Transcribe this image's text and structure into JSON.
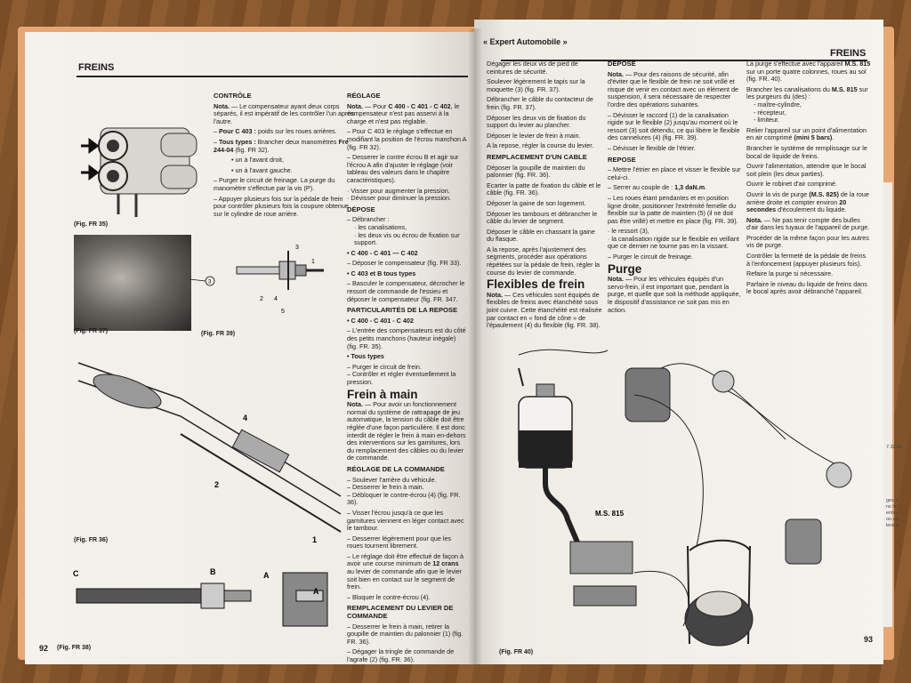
{
  "left_page": {
    "header": "FREINS",
    "page_number": "92",
    "captions": [
      "(Fig. FR 35)",
      "(Fig. FR 37)",
      "(Fig. FR 39)",
      "(Fig. FR 36)",
      "(Fig. FR 38)"
    ],
    "fig39_labels": [
      "3",
      "1",
      "2",
      "4",
      "5"
    ],
    "fig37_labels": [
      "3"
    ],
    "fig36_labels": [
      "4",
      "2",
      "1"
    ],
    "fig38_labels": [
      "C",
      "B",
      "A",
      "A"
    ],
    "col1": {
      "heading": "CONTRÔLE",
      "nota_label": "Nota.",
      "nota": " — Le compensateur ayant deux corps séparés, il est impératif de les contrôler l'un après l'autre.",
      "item1_label": "Pour C 403 :",
      "item1": " poids sur les roues arrières.",
      "item2_label": "Tous types :",
      "item2": " Brancher deux manomètres ",
      "item2_ref": "Fre 244-04",
      "item2_end": " (fig. FR 32).",
      "sub1": "• un à l'avant droit,",
      "sub2": "• un à l'avant gauche.",
      "p1": "– Purger le circuit de freinage. La purge du manomètre s'effectue par la vis (P).",
      "p2": "– Appuyer plusieurs fois sur la pédale de frein pour contrôler plusieurs fois la coupure obtenue sur le cylindre de roue arrière."
    },
    "col2": {
      "heading1": "RÉGLAGE",
      "nota_label": "Nota.",
      "nota_a": " — Pour ",
      "nota_b": "C 400 - C 401 - C 402",
      "nota_c": ", le compensateur n'est pas asservi à la charge et n'est pas réglable.",
      "p1": "– Pour C 403 le réglage s'effectue en modifiant la position de l'écrou manchon A (fig. FR 32).",
      "p2": "– Desserer le contre écrou B et agir sur l'écrou A afin d'ajuster le réglage (voir tableau des valeurs dans le chapitre caractéristiques).",
      "p3": "· Visser pour augmenter la pression.",
      "p4": "· Dévisser pour diminuer la pression.",
      "heading2": "DÉPOSE",
      "d1": "– Débrancher :",
      "d2": "· les canalisations,",
      "d3": "· les deux vis ou écrou de fixation sur support.",
      "d4": "• C 400 - C 401 — C 402",
      "d5": "– Déposer le compensateur (fig. FR 33).",
      "d6": "• C 403 et B tous types",
      "d7": "– Basculer le compensateur, décrocher le ressort de commande de l'essieu et déposer le compensateur (fig. FR. 347.",
      "heading3": "PARTICULARITÉS DE LA REPOSE",
      "r1": "• C 400 - C 401 - C 402",
      "r2": "– L'entrée des compensateurs est du côté des petits manchons (hauteur inégale) (fig. FR. 35).",
      "r3": "• Tous types",
      "r4": "– Purger le circuit de frein.",
      "r5": "– Contrôler et régler éventuellement la pression.",
      "title": "Frein à main",
      "fm_nota_label": "Nota.",
      "fm_nota": " — Pour avoir un fonctionnement normal du système de rattrapage de jeu automatique, la tension du câble doit être réglée d'une façon particulière. Il est donc interdit de régler le frein à main en-dehors des interventions sur les garnitures, lors du remplacement des câbles ou du levier de commande.",
      "heading4": "RÉGLAGE DE LA COMMANDE",
      "c1": "– Soulever l'arrière du véhicule.",
      "c2": "– Desserrer le frein à main.",
      "c3": "– Débloquer le contre-écrou (4) (fig. FR. 36).",
      "c4": "– Visser l'écrou jusqu'à ce que les garnitures viennent en léger contact avec le tambour.",
      "c5": "– Desserrer légèrement pour que les roues tournent librement.",
      "c6a": "– Le réglage doit être effectué de façon à avoir une course minimum de ",
      "c6b": "12 crans",
      "c6c": " au levier de commande afin que le levier soit bien en contact sur le segment de frein.",
      "c7": "– Bloquer le contre-écrou (4).",
      "heading5": "REMPLACEMENT DU LEVIER DE COMMANDE",
      "e1": "– Desserrer le frein à main, retirer la goupille de maintien du palonnier (1) (fig. FR. 36).",
      "e2": "– Dégager la tringle de commande de l'agrafe (2) (fig. FR. 36)."
    }
  },
  "right_page": {
    "header_left": "« Expert Automobile »",
    "header_right": "FREINS",
    "page_number": "93",
    "fig_caption": "(Fig. FR 40)",
    "fig_label": "M.S. 815",
    "margin_ref": "7.32.50",
    "col1": {
      "p1": "Dégager les deux vis de pied de ceintures de sécurité.",
      "p2": "Soulever légèrement le tapis sur la moquette (3) (fig. FR. 37).",
      "p3": "Débrancher le câble du contacteur de frein (fig. FR. 37).",
      "p4": "Déposer les deux vis de fixation du support du levier au plancher.",
      "p5": "Déposer le levier de frein à main.",
      "p6": "A la repose, régler la course du levier.",
      "heading": "REMPLACEMENT D'UN CABLE",
      "q1": "Déposer la goupille de maintien du palonnier (fig. FR. 36).",
      "q2": "Ecarter la patte de fixation du câble et le câble (fig. FR. 36).",
      "q3": "Déposer la gaine de son logement.",
      "q4": "Déposer les tambours et débrancher le câble du levier de segment.",
      "q5": "Déposer le câble en chassant la gaine du flasque.",
      "q6": "A la repose, après l'ajustement des segments, procéder aux opérations répétées sur la pédale de frein, régler la course du levier de commande.",
      "title": "Flexibles de frein",
      "f_nota_label": "Nota.",
      "f_nota": " — Ces véhicules sont équipés de flexibles de freins avec étanchéité sous joint cuivre. Cette étanchéité est réalisée par contact en « fond de cône » de l'épaulement (4) du flexible (fig. FR. 38)."
    },
    "col2": {
      "heading": "DÉPOSE",
      "nota_label": "Nota.",
      "nota": " — Pour des raisons de sécurité, afin d'éviter que le flexible de frein ne soit vrillé et risque de venir en contact avec un élément de suspension, il sera nécessaire de respecter l'ordre des opérations suivantes.",
      "p1": "– Dévisser le raccord (1) de la canalisation rigide sur le flexible (2) jusqu'au moment où le ressort (3) soit détendu, ce qui libère le flexible des cannelures (4) (fig. FR. 39).",
      "p2": "– Dévisser le flexible de l'étrier.",
      "heading2": "REPOSE",
      "r1": "– Mettre l'étrier en place et visser le flexible sur celui-ci.",
      "r2a": "– Serrer au couple de : ",
      "r2b": "1,3 daN.m",
      "r2c": ".",
      "r3": "– Les roues étant pendantes et en position ligne droite, positionner l'extrémité femelle du flexible sur la patte de maintien (5) (il ne doit pas être vrillé) et mettre en place (fig. FR. 39).",
      "r4": "· le ressort (3),",
      "r5": "· la canalisation rigide sur le flexible en veillant que ce dernier ne tourne pas en la vissant.",
      "r6": "– Purger le circuit de freinage.",
      "title": "Purge",
      "pg_nota_label": "Nota.",
      "pg_nota": " — Pour les véhicules équipés d'un servo-frein, il est important que, pendant la purge, et quelle que soit la méthode appliquée, le dispositif d'assistance ne soit pas mis en action."
    },
    "col3": {
      "p1a": "La purge s'effectue avec l'appareil ",
      "p1b": "M.S. 815",
      "p1c": " sur un porte quatre colonnes, roues au sol (fig. FR. 40).",
      "p2a": "Brancher les canalisations du ",
      "p2b": "M.S. 815",
      "p2c": " sur les purgeurs du (des) :",
      "p3": "- maître-cylindre,",
      "p4": "- récepteur,",
      "p5": "- limiteur.",
      "p6a": "Relier l'appareil sur un point d'alimentation en air comprimé ",
      "p6b": "(mini 5 bars)",
      "p6c": ".",
      "p7": "Brancher le système de remplissage sur le bocal de liquide de freins.",
      "p8": "Ouvrir l'alimentation, attendre que le bocal soit plein (les deux parties).",
      "p9": "Ouvrir le robinet d'air comprimé.",
      "p10a": "Ouvrir la vis de purge ",
      "p10b": "(M.S. 825)",
      "p10c": " de la roue arrière droite et compter environ ",
      "p10d": "20 secondes",
      "p10e": " d'écoulement du liquide.",
      "p11a": "Nota.",
      "p11b": " — Ne pas tenir compte des bulles d'air dans les tuyaux de l'appareil de purge.",
      "p12": "Procéder de la même façon pour les autres vis de purge.",
      "p13": "Contrôler la fermeté de la pédale de freins à l'enfoncement (appuyer plusieurs fois).",
      "p14": "Refaire la purge si nécessaire.",
      "p15": "Parfaire le niveau du liquide de freins dans le bocal après avoir débranché l'appareil."
    }
  },
  "colors": {
    "page": "#f3f1ec",
    "ink": "#1b1b1b",
    "folder": "#e7a775",
    "table": "#8a5a2e"
  }
}
